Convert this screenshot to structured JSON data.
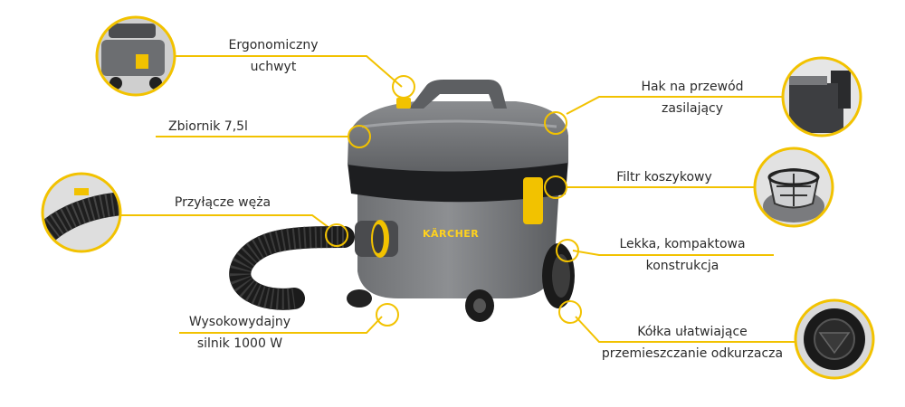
{
  "brand": "KÄRCHER",
  "accent_color": "#f2c200",
  "features": [
    {
      "id": "handle",
      "lines": [
        "Ergonomiczny",
        "uchwyt"
      ],
      "icon": "handle-detail-photo"
    },
    {
      "id": "tank",
      "lines": [
        "Zbiornik 7,5l"
      ],
      "icon": null
    },
    {
      "id": "hose-connector",
      "lines": [
        "Przyłącze węża"
      ],
      "icon": "hose-connector-detail-photo"
    },
    {
      "id": "motor",
      "lines": [
        "Wysokowydajny",
        "silnik 1000 W"
      ],
      "icon": null
    },
    {
      "id": "cable-hook",
      "lines": [
        "Hak na przewód",
        "zasilający"
      ],
      "icon": "cable-hook-detail-photo"
    },
    {
      "id": "filter",
      "lines": [
        "Filtr koszykowy"
      ],
      "icon": "basket-filter-detail-photo"
    },
    {
      "id": "compact",
      "lines": [
        "Lekka, kompaktowa",
        "konstrukcja"
      ],
      "icon": null
    },
    {
      "id": "wheels",
      "lines": [
        "Kółka ułatwiające",
        "przemieszczanie odkurzacza"
      ],
      "icon": "wheel-detail-photo"
    }
  ]
}
